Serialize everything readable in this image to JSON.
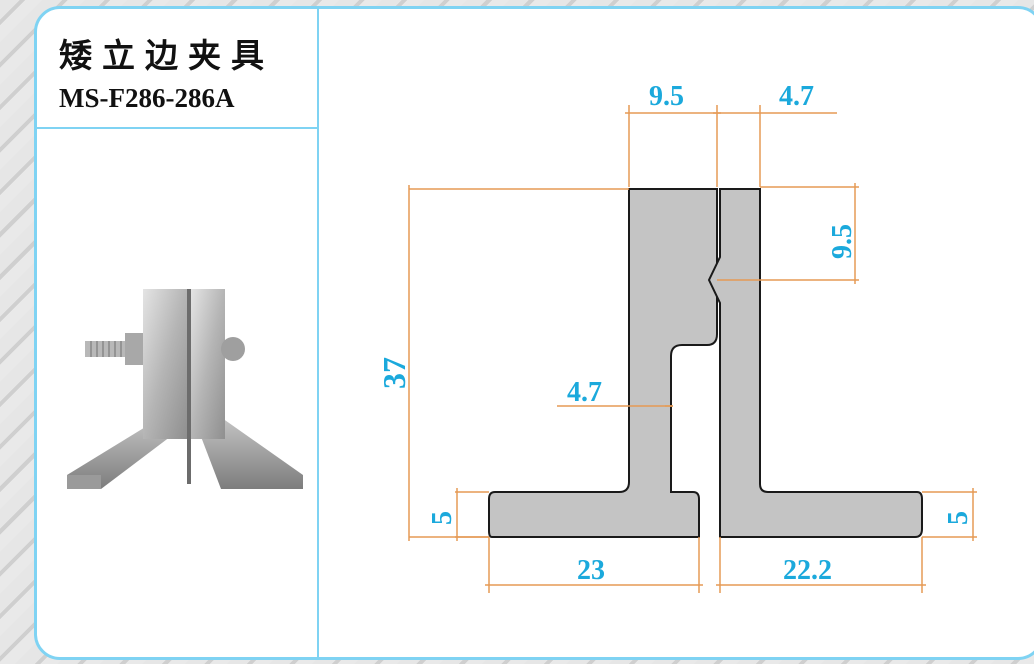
{
  "header": {
    "title_cn": "矮立边夹具",
    "model": "MS-F286-286A"
  },
  "dimensions": {
    "top_left_width": "9.5",
    "top_right_width": "4.7",
    "notch_height": "9.5",
    "total_height": "37",
    "stem_width": "4.7",
    "left_foot_height": "5",
    "right_foot_height": "5",
    "left_foot_width": "23",
    "right_foot_width": "22.2"
  },
  "colors": {
    "frame_border": "#7fd3f3",
    "dimension_text": "#1ba9dc",
    "dimension_line": "#e59a55",
    "part_fill": "#c4c4c4",
    "part_outline": "#1a1a1a"
  }
}
